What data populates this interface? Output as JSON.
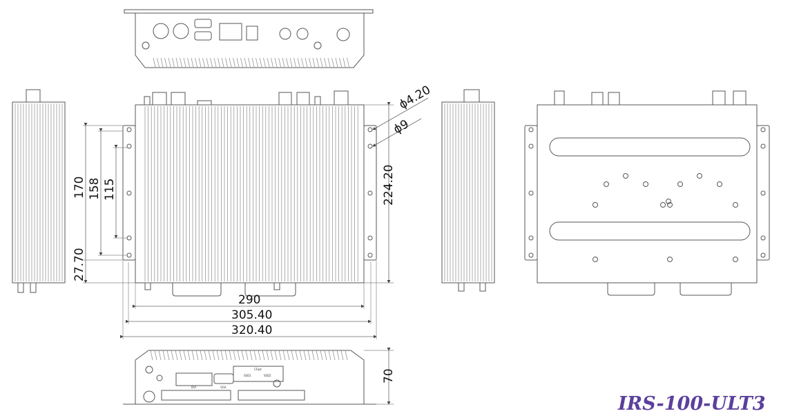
{
  "title": "IRS-100-ULT3",
  "colors": {
    "title": "#5b3f9c",
    "line": "#555555"
  },
  "dimensions": {
    "height_170": "170",
    "height_158": "158",
    "height_115": "115",
    "offset_27_70": "27.70",
    "depth_224_20": "224.20",
    "width_290": "290",
    "width_305_40": "305.40",
    "width_320_40": "320.40",
    "hole_small": "ϕ4.20",
    "hole_large": "ϕ9",
    "height_70": "70"
  },
  "port_labels": {
    "cfast": "CFast",
    "ssd1": "SSD1",
    "ssd2": "SSD2",
    "dvi": "DVI",
    "vga": "VGA"
  }
}
